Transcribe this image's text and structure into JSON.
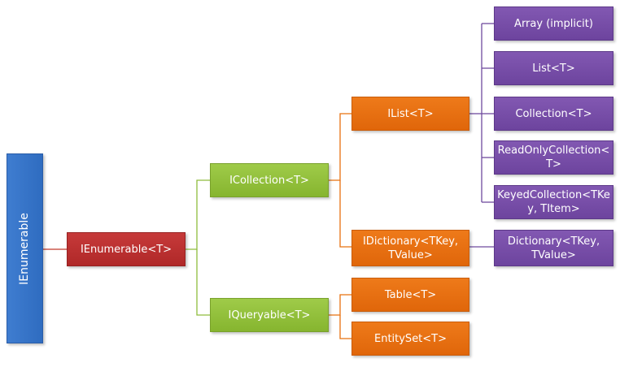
{
  "diagram": {
    "root": "IEnumerable",
    "level1": "IEnumerable<T>",
    "level2": {
      "collection": "ICollection<T>",
      "queryable": "IQueryable<T>"
    },
    "level3": {
      "ilist": "IList<T>",
      "idictionary": "IDictionary<TKey, TValue>",
      "table": "Table<T>",
      "entityset": "EntitySet<T>"
    },
    "level4": {
      "array": "Array (implicit)",
      "list": "List<T>",
      "collection": "Collection<T>",
      "readonlycollection": "ReadOnlyCollection<T>",
      "keyedcollection": "KeyedCollection<TKey, TItem>",
      "dictionary": "Dictionary<TKey, TValue>"
    },
    "colors": {
      "root": "#3a78cc",
      "level1": "#bb3131",
      "level2": "#93c13e",
      "level3": "#e8710f",
      "level4": "#7650a8",
      "connector_root": "#c0392b",
      "connector_green": "#8fbc3e",
      "connector_orange": "#e8710f",
      "connector_purple": "#6f4a9e"
    }
  }
}
